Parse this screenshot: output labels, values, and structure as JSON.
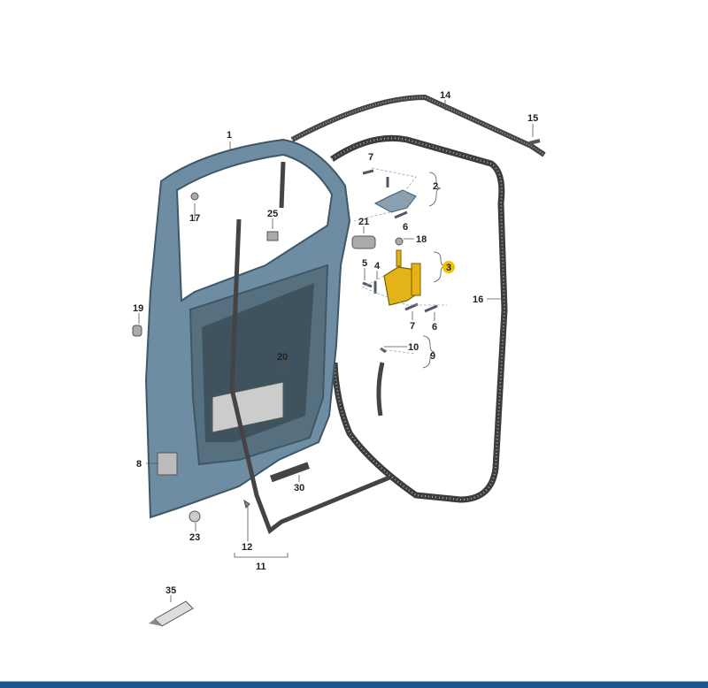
{
  "labels": {
    "l1": "1",
    "l2": "2",
    "l3": "3",
    "l4": "4",
    "l5": "5",
    "l6a": "6",
    "l6b": "6",
    "l7a": "7",
    "l7b": "7",
    "l8": "8",
    "l9": "9",
    "l10": "10",
    "l11": "11",
    "l12": "12",
    "l14": "14",
    "l15": "15",
    "l16": "16",
    "l17": "17",
    "l18": "18",
    "l19": "19",
    "l20": "20",
    "l21": "21",
    "l23": "23",
    "l25": "25",
    "l30": "30",
    "l35": "35"
  },
  "colors": {
    "door": "#6e8da2",
    "door_dark": "#3f5868",
    "seal": "#4a4a4a",
    "highlight": "#e8b400",
    "bar": "#1d5591"
  }
}
